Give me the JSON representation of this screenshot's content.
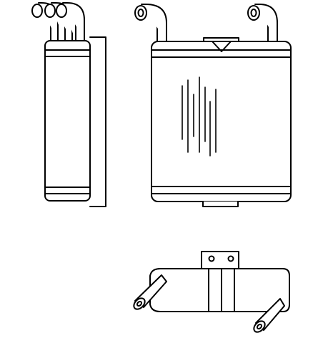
{
  "diagram": {
    "views": [
      "side-view",
      "front-view",
      "bottom-view"
    ],
    "text_labels": [],
    "colors": {
      "line": "#000000",
      "background": "#ffffff"
    }
  }
}
